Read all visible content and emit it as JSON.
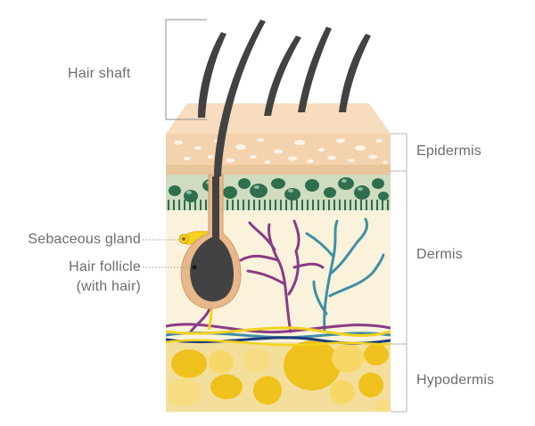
{
  "labels": {
    "hair_shaft": "Hair shaft",
    "sebaceous_gland": "Sebaceous gland",
    "hair_follicle_line1": "Hair follicle",
    "hair_follicle_line2": "(with hair)",
    "epidermis": "Epidermis",
    "dermis": "Dermis",
    "hypodermis": "Hypodermis"
  },
  "colors": {
    "epidermis_top": "#f5d7b3",
    "epidermis_cells": "#fbf3e8",
    "basal_green": "#3f7a5a",
    "dermis": "#fbf3df",
    "hypodermis": "#f2dd9a",
    "fat_cell": "#f0c21e",
    "hair": "#424242",
    "artery": "#8a3b86",
    "vein": "#3f8fa5",
    "nerve": "#f4d21f",
    "navy_vessel": "#1d3c7a",
    "leader_line": "#9a9a9a",
    "text": "#6d6d6d"
  }
}
